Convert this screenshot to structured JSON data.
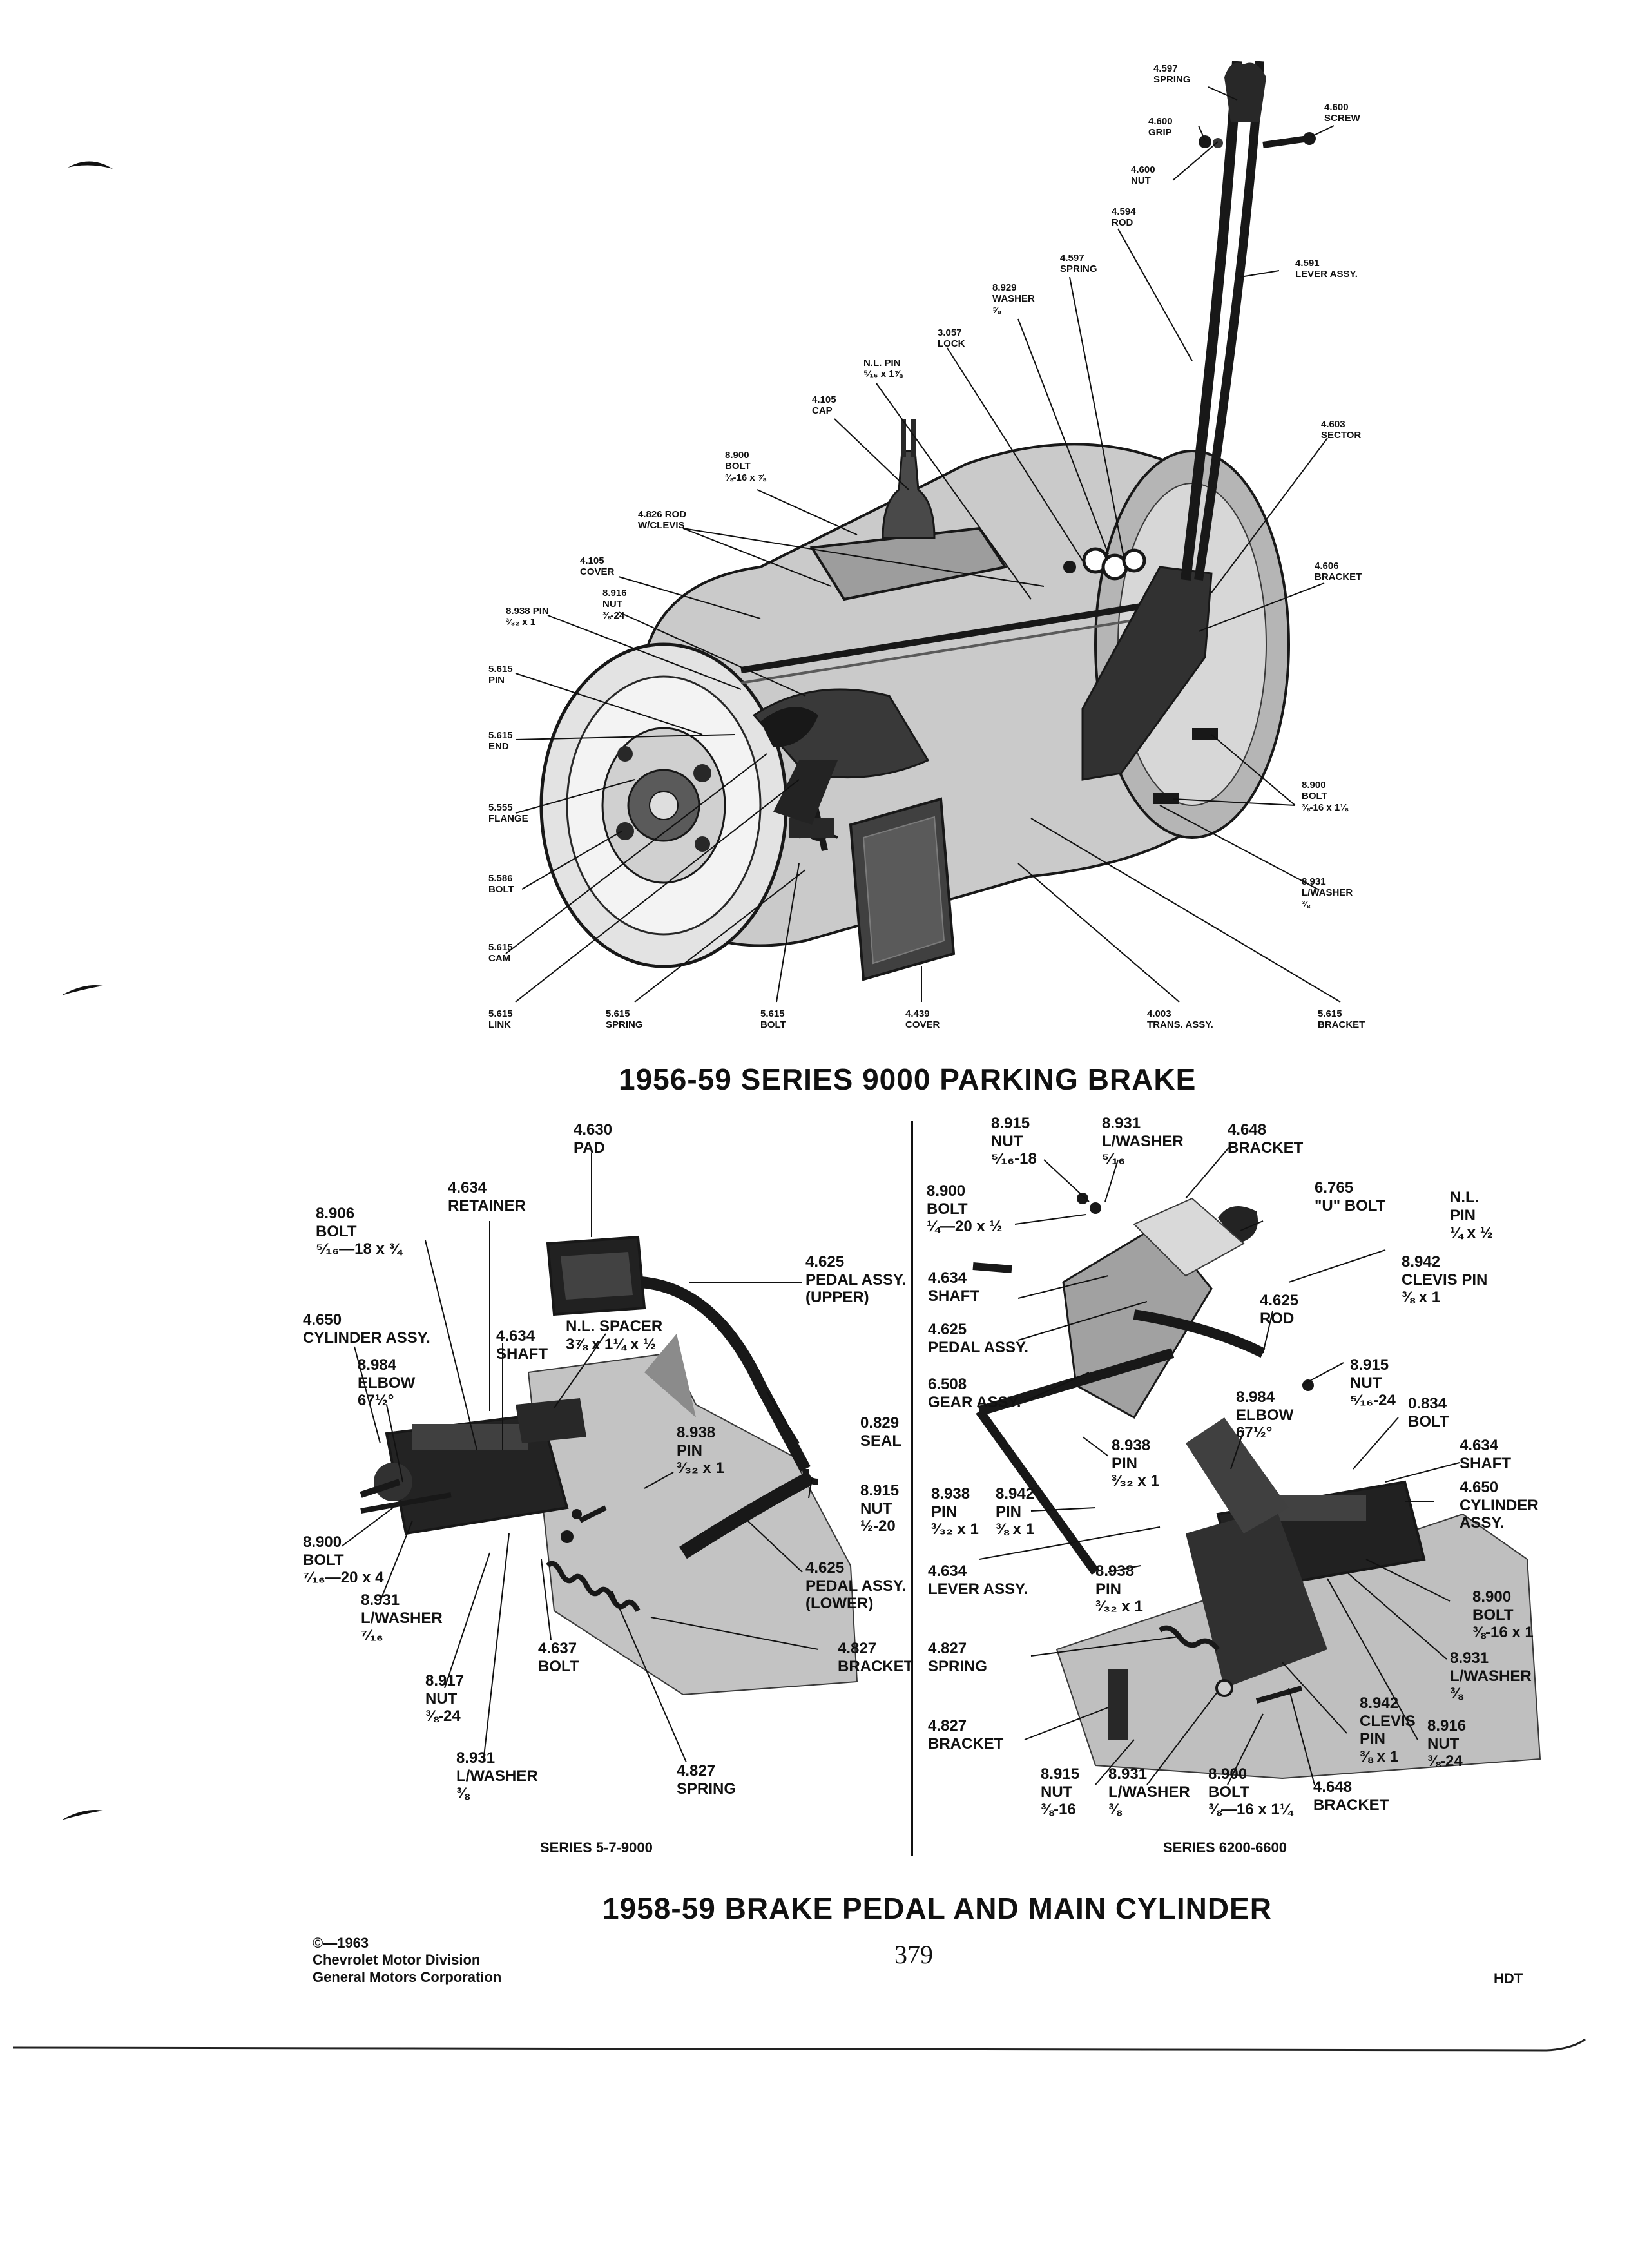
{
  "top_diagram": {
    "title": "1956-59 SERIES 9000 PARKING BRAKE",
    "labels": [
      {
        "id": "spring-4597-top",
        "text": "4.597\nSPRING"
      },
      {
        "id": "screw-4600",
        "text": "4.600\nSCREW"
      },
      {
        "id": "grip-4600",
        "text": "4.600\nGRIP"
      },
      {
        "id": "nut-4600",
        "text": "4.600\nNUT"
      },
      {
        "id": "rod-4594",
        "text": "4.594\nROD"
      },
      {
        "id": "lever-4591",
        "text": "4.591\nLEVER ASSY."
      },
      {
        "id": "spring-4597",
        "text": "4.597\nSPRING"
      },
      {
        "id": "washer-8929",
        "text": "8.929\nWASHER\n⅝"
      },
      {
        "id": "lock-3057",
        "text": "3.057\nLOCK"
      },
      {
        "id": "pin-nl",
        "text": "N.L. PIN\n⁵⁄₁₆ x 1⅞"
      },
      {
        "id": "cap-4105",
        "text": "4.105\nCAP"
      },
      {
        "id": "bolt-8900-top",
        "text": "8.900\nBOLT\n⅜-16 x ⅞"
      },
      {
        "id": "sector-4603",
        "text": "4.603\nSECTOR"
      },
      {
        "id": "rod-4826",
        "text": "4.826 ROD\nW/CLEVIS"
      },
      {
        "id": "cover-4105",
        "text": "4.105\nCOVER"
      },
      {
        "id": "nut-8916",
        "text": "8.916\nNUT\n⅜-24"
      },
      {
        "id": "bracket-4606",
        "text": "4.606\nBRACKET"
      },
      {
        "id": "pin-8938",
        "text": "8.938 PIN\n³⁄₃₂ x 1"
      },
      {
        "id": "pin-5615",
        "text": "5.615\nPIN"
      },
      {
        "id": "end-5615",
        "text": "5.615\nEND"
      },
      {
        "id": "flange-5555",
        "text": "5.555\nFLANGE"
      },
      {
        "id": "bolt-8900-right",
        "text": "8.900\nBOLT\n⅜-16 x 1⅛"
      },
      {
        "id": "bolt-5586",
        "text": "5.586\nBOLT"
      },
      {
        "id": "washer-8931",
        "text": "8.931\nL/WASHER\n⅜"
      },
      {
        "id": "cam-5615",
        "text": "5.615\nCAM"
      },
      {
        "id": "link-5615",
        "text": "5.615\nLINK"
      },
      {
        "id": "spring-5615",
        "text": "5.615\nSPRING"
      },
      {
        "id": "bolt-5615",
        "text": "5.615\nBOLT"
      },
      {
        "id": "cover-4439",
        "text": "4.439\nCOVER"
      },
      {
        "id": "trans-4003",
        "text": "4.003\nTRANS. ASSY."
      },
      {
        "id": "bracket-5615",
        "text": "5.615\nBRACKET"
      }
    ]
  },
  "bottom_left": {
    "series": "SERIES 5-7-9000",
    "labels": [
      {
        "id": "pad",
        "text": "4.630\nPAD"
      },
      {
        "id": "retainer",
        "text": "4.634\nRETAINER"
      },
      {
        "id": "bolt-8906",
        "text": "8.906\nBOLT\n⁵⁄₁₆—18 x ¾"
      },
      {
        "id": "pedal-upper",
        "text": "4.625\nPEDAL ASSY.\n(UPPER)"
      },
      {
        "id": "cylinder",
        "text": "4.650\nCYLINDER ASSY."
      },
      {
        "id": "spacer",
        "text": "N.L. SPACER\n3⅞ x 1¼ x ½"
      },
      {
        "id": "shaft",
        "text": "4.634\nSHAFT"
      },
      {
        "id": "elbow",
        "text": "8.984\nELBOW\n67½°"
      },
      {
        "id": "seal",
        "text": "0.829\nSEAL"
      },
      {
        "id": "pin-8938",
        "text": "8.938\nPIN\n³⁄₃₂ x 1"
      },
      {
        "id": "nut-8915",
        "text": "8.915\nNUT\n½-20"
      },
      {
        "id": "bolt-8900",
        "text": "8.900\nBOLT\n⁷⁄₁₆—20 x 4"
      },
      {
        "id": "pedal-lower",
        "text": "4.625\nPEDAL ASSY.\n(LOWER)"
      },
      {
        "id": "washer-8931",
        "text": "8.931\nL/WASHER\n⁷⁄₁₆"
      },
      {
        "id": "bolt-4637",
        "text": "4.637\nBOLT"
      },
      {
        "id": "bracket-4827",
        "text": "4.827\nBRACKET"
      },
      {
        "id": "nut-8917",
        "text": "8.917\nNUT\n⅜-24"
      },
      {
        "id": "washer-8931b",
        "text": "8.931\nL/WASHER\n⅜"
      },
      {
        "id": "spring-4827",
        "text": "4.827\nSPRING"
      }
    ]
  },
  "bottom_right": {
    "series": "SERIES 6200-6600",
    "labels": [
      {
        "id": "nut-8915",
        "text": "8.915\nNUT\n⁵⁄₁₆-18"
      },
      {
        "id": "washer-8931",
        "text": "8.931\nL/WASHER\n⁵⁄₁₆"
      },
      {
        "id": "bracket-4648",
        "text": "4.648\nBRACKET"
      },
      {
        "id": "bolt-8900",
        "text": "8.900\nBOLT\n¼—20 x ½"
      },
      {
        "id": "ubolt",
        "text": "6.765\n\"U\" BOLT"
      },
      {
        "id": "nlpin",
        "text": "N.L.\nPIN\n¼ x ½"
      },
      {
        "id": "shaft",
        "text": "4.634\nSHAFT"
      },
      {
        "id": "clevis",
        "text": "8.942\nCLEVIS PIN\n⅜ x 1"
      },
      {
        "id": "rod",
        "text": "4.625\nROD"
      },
      {
        "id": "pedal",
        "text": "4.625\nPEDAL ASSY."
      },
      {
        "id": "nut-8915b",
        "text": "8.915\nNUT\n⁵⁄₁₆-24"
      },
      {
        "id": "gear",
        "text": "6.508\nGEAR ASSY."
      },
      {
        "id": "elbow",
        "text": "8.984\nELBOW\n67½°"
      },
      {
        "id": "bolt-0834",
        "text": "0.834\nBOLT"
      },
      {
        "id": "pin-8938a",
        "text": "8.938\nPIN\n³⁄₃₂ x 1"
      },
      {
        "id": "shaft-b",
        "text": "4.634\nSHAFT"
      },
      {
        "id": "cylinder",
        "text": "4.650\nCYLINDER\nASSY."
      },
      {
        "id": "pin-8938b",
        "text": "8.938\nPIN\n³⁄₃₂ x 1"
      },
      {
        "id": "pin-8942",
        "text": "8.942\nPIN\n⅜ x 1"
      },
      {
        "id": "lever",
        "text": "4.634\nLEVER ASSY."
      },
      {
        "id": "pin-8938c",
        "text": "8.938\nPIN\n³⁄₃₂ x 1"
      },
      {
        "id": "bolt-8900b",
        "text": "8.900\nBOLT\n⅜-16 x 1"
      },
      {
        "id": "spring",
        "text": "4.827\nSPRING"
      },
      {
        "id": "washer-8931b",
        "text": "8.931\nL/WASHER\n⅜"
      },
      {
        "id": "bracket-4827",
        "text": "4.827\nBRACKET"
      },
      {
        "id": "clevis-8942",
        "text": "8.942\nCLEVIS\nPIN\n⅜ x 1"
      },
      {
        "id": "nut-8916",
        "text": "8.916\nNUT\n⅜-24"
      },
      {
        "id": "nut-8915c",
        "text": "8.915\nNUT\n⅜-16"
      },
      {
        "id": "washer-8931c",
        "text": "8.931\nL/WASHER\n⅜"
      },
      {
        "id": "bolt-8900c",
        "text": "8.900\nBOLT\n⅜—16 x 1¼"
      },
      {
        "id": "bracket-4648b",
        "text": "4.648\nBRACKET"
      }
    ]
  },
  "bottom_title": "1958-59 BRAKE PEDAL AND MAIN CYLINDER",
  "footer": {
    "copyright": "©—1963\nChevrolet Motor Division\nGeneral Motors Corporation",
    "page_number": "379",
    "code": "HDT"
  }
}
